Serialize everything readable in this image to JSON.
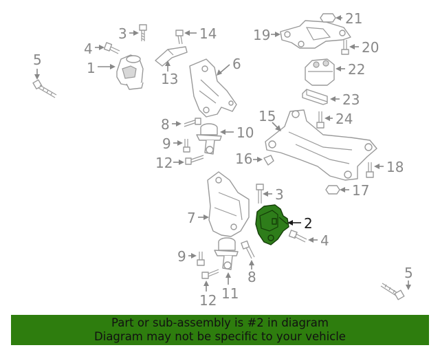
{
  "callouts": [
    {
      "id": "1",
      "label": "1"
    },
    {
      "id": "2",
      "label": "2",
      "highlighted": true
    },
    {
      "id": "3a",
      "label": "3"
    },
    {
      "id": "3b",
      "label": "3"
    },
    {
      "id": "4a",
      "label": "4"
    },
    {
      "id": "4b",
      "label": "4"
    },
    {
      "id": "5a",
      "label": "5"
    },
    {
      "id": "5b",
      "label": "5"
    },
    {
      "id": "6",
      "label": "6"
    },
    {
      "id": "7",
      "label": "7"
    },
    {
      "id": "8a",
      "label": "8"
    },
    {
      "id": "8b",
      "label": "8"
    },
    {
      "id": "9a",
      "label": "9"
    },
    {
      "id": "9b",
      "label": "9"
    },
    {
      "id": "10",
      "label": "10"
    },
    {
      "id": "11",
      "label": "11"
    },
    {
      "id": "12a",
      "label": "12"
    },
    {
      "id": "12b",
      "label": "12"
    },
    {
      "id": "13",
      "label": "13"
    },
    {
      "id": "14",
      "label": "14"
    },
    {
      "id": "15",
      "label": "15"
    },
    {
      "id": "16",
      "label": "16"
    },
    {
      "id": "17",
      "label": "17"
    },
    {
      "id": "18",
      "label": "18"
    },
    {
      "id": "19",
      "label": "19"
    },
    {
      "id": "20",
      "label": "20"
    },
    {
      "id": "21",
      "label": "21"
    },
    {
      "id": "22",
      "label": "22"
    },
    {
      "id": "23",
      "label": "23"
    },
    {
      "id": "24",
      "label": "24"
    }
  ],
  "highlight_color": "#2e7d0e",
  "banner": {
    "line1": "Part or sub-assembly is #2 in diagram",
    "line2": "Diagram may not be specific to your vehicle"
  }
}
